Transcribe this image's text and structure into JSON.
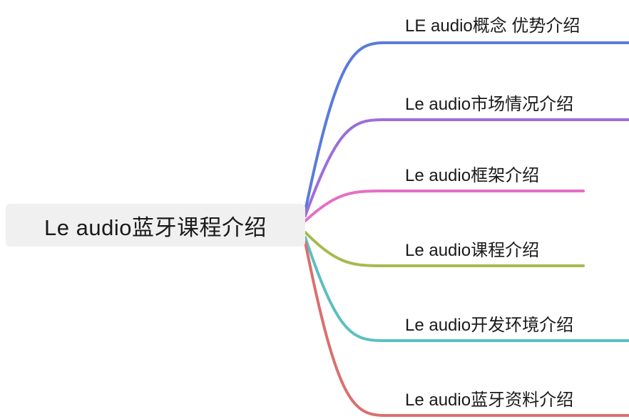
{
  "root": {
    "label": "Le audio蓝牙课程介绍",
    "background": "#f0f0f0",
    "text_color": "#1a1a1a"
  },
  "branches": [
    {
      "label": "LE audio概念 优势介绍",
      "color": "#5b7bdb"
    },
    {
      "label": "Le audio市场情况介绍",
      "color": "#9c6edb"
    },
    {
      "label": "Le audio框架介绍",
      "color": "#e46fc4"
    },
    {
      "label": "Le audio课程介绍",
      "color": "#a7b94e"
    },
    {
      "label": "Le audio开发环境介绍",
      "color": "#5cbfc0"
    },
    {
      "label": "Le audio蓝牙资料介绍",
      "color": "#db6f6f"
    }
  ]
}
